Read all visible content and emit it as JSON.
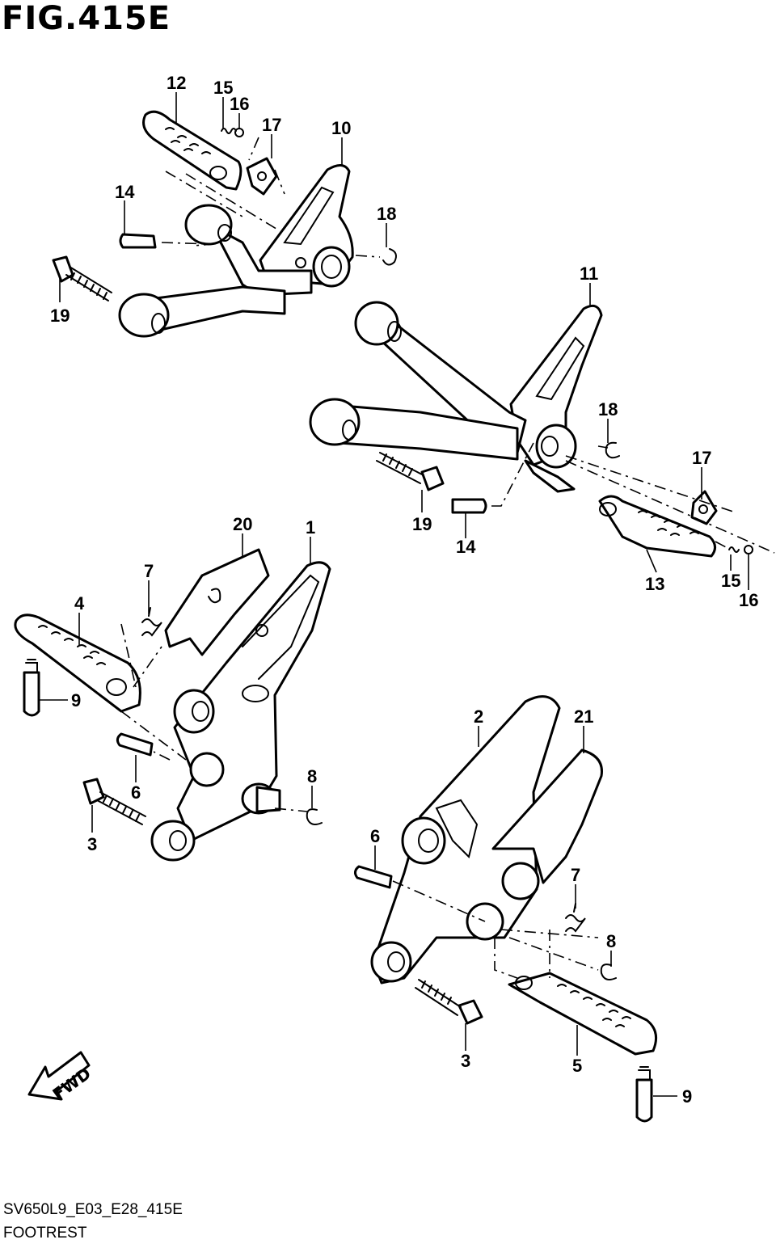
{
  "figure": {
    "title": "FIG.415E",
    "code": "SV650L9_E03_E28_415E",
    "name": "FOOTREST"
  },
  "direction_arrow": {
    "label": "FWD"
  },
  "callouts": {
    "c12": "12",
    "c15a": "15",
    "c16a": "16",
    "c17a": "17",
    "c10": "10",
    "c14a": "14",
    "c18a": "18",
    "c19a": "19",
    "c11": "11",
    "c18b": "18",
    "c17b": "17",
    "c19b": "19",
    "c14b": "14",
    "c13": "13",
    "c15b": "15",
    "c16b": "16",
    "c20": "20",
    "c1": "1",
    "c7a": "7",
    "c4": "4",
    "c9a": "9",
    "c6a": "6",
    "c3a": "3",
    "c8a": "8",
    "c2": "2",
    "c21": "21",
    "c6b": "6",
    "c7b": "7",
    "c8b": "8",
    "c3b": "3",
    "c5": "5",
    "c9b": "9"
  }
}
